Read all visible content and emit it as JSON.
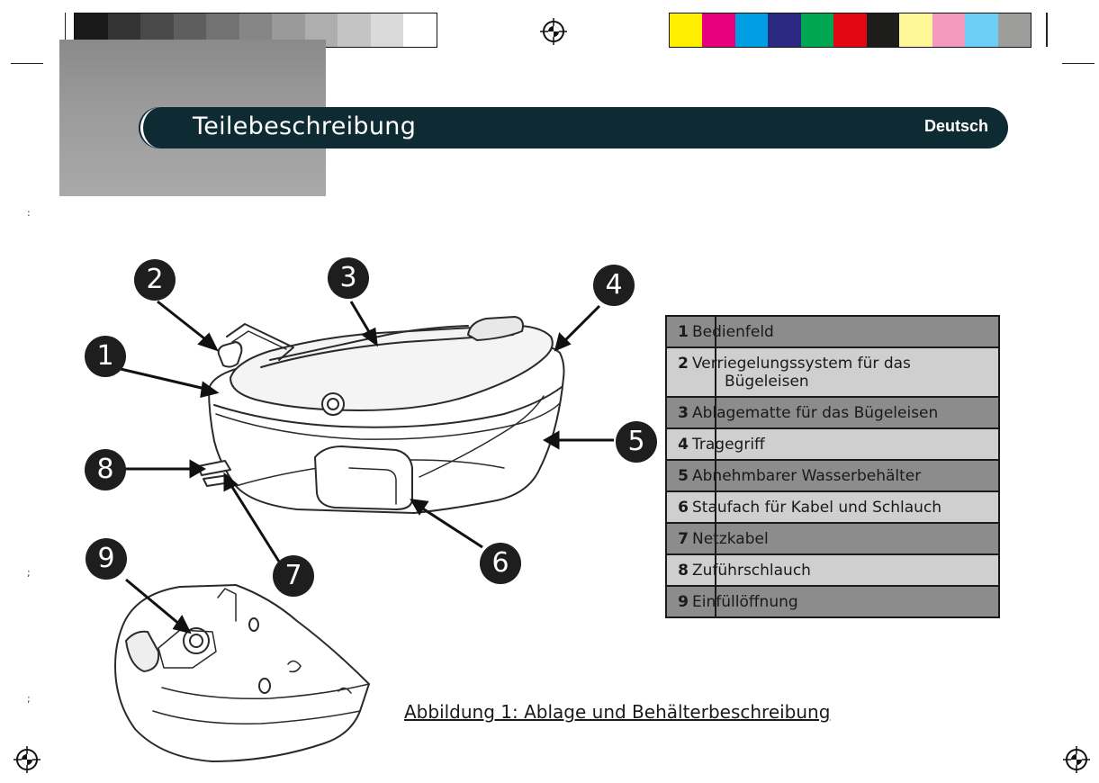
{
  "header": {
    "title": "Teilebeschreibung",
    "language": "Deutsch"
  },
  "callouts": [
    "1",
    "2",
    "3",
    "4",
    "5",
    "6",
    "7",
    "8",
    "9"
  ],
  "parts": [
    {
      "num": "1",
      "label": "Bedienfeld"
    },
    {
      "num": "2",
      "label": "Verriegelungssystem für das",
      "label2": "Bügeleisen"
    },
    {
      "num": "3",
      "label": "Ablagematte für das Bügeleisen"
    },
    {
      "num": "4",
      "label": "Tragegriff"
    },
    {
      "num": "5",
      "label": "Abnehmbarer Wasserbehälter"
    },
    {
      "num": "6",
      "label": "Staufach für Kabel und Schlauch"
    },
    {
      "num": "7",
      "label": "Netzkabel"
    },
    {
      "num": "8",
      "label": "Zuführschlauch"
    },
    {
      "num": "9",
      "label": "Einfüllöffnung"
    }
  ],
  "caption": "Abbildung 1: Ablage und Behälterbeschreibung",
  "margin_chars": [
    ":",
    ";",
    ";"
  ],
  "colors": {
    "grey_steps": [
      "#1a1a1a",
      "#333333",
      "#4a4a4a",
      "#5e5e5e",
      "#727272",
      "#868686",
      "#9a9a9a",
      "#aeaeae",
      "#c4c4c4",
      "#dadada",
      "#ffffff"
    ],
    "process_colors": [
      "#ffee00",
      "#e6007e",
      "#009fe3",
      "#2b2a83",
      "#00a651",
      "#e30613",
      "#1d1d1b",
      "#fff799",
      "#f49ac1",
      "#6dcff6",
      "#9d9d9c"
    ],
    "header_bg": "#0e2a33"
  },
  "icons": [
    "registration-mark-icon"
  ]
}
